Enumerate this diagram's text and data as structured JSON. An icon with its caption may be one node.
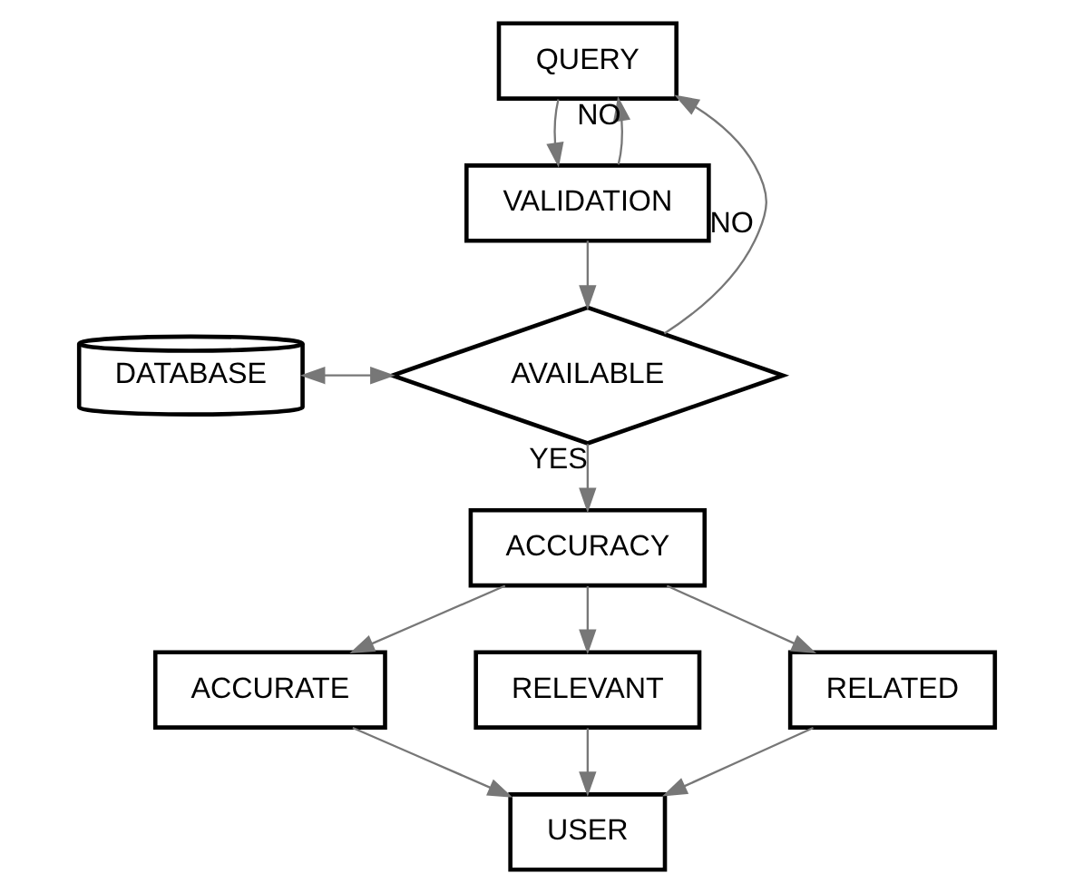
{
  "diagram": {
    "nodes": [
      {
        "text": [
          "QUERY"
        ]
      },
      {
        "text": [
          "VALIDATION"
        ]
      },
      {
        "text": [
          "DATABASE"
        ]
      },
      {
        "text": [
          "AVAILABLE"
        ]
      },
      {
        "text": [
          "ACCURACY"
        ]
      },
      {
        "text": [
          "ACCURATE"
        ]
      },
      {
        "text": [
          "RELEVANT"
        ]
      },
      {
        "text": [
          "RELATED"
        ]
      },
      {
        "text": [
          "USER"
        ]
      }
    ],
    "edges": [
      {
        "from": 0,
        "to": 1,
        "arrow": "to"
      },
      {
        "from": 1,
        "to": 0,
        "arrow": "to",
        "label": "NO"
      },
      {
        "from": 1,
        "to": 3,
        "arrow": "to"
      },
      {
        "from": 3,
        "to": 0,
        "arrow": "to",
        "label": "NO"
      },
      {
        "from": 2,
        "to": 3,
        "arrow": "both"
      },
      {
        "from": 3,
        "to": 4,
        "arrow": "to",
        "label": "YES"
      },
      {
        "from": 4,
        "to": 5,
        "arrow": "to"
      },
      {
        "from": 4,
        "to": 6,
        "arrow": "to"
      },
      {
        "from": 4,
        "to": 7,
        "arrow": "to"
      },
      {
        "from": 5,
        "to": 8,
        "arrow": "to"
      },
      {
        "from": 6,
        "to": 8,
        "arrow": "to"
      },
      {
        "from": 7,
        "to": 8,
        "arrow": "to"
      }
    ]
  }
}
